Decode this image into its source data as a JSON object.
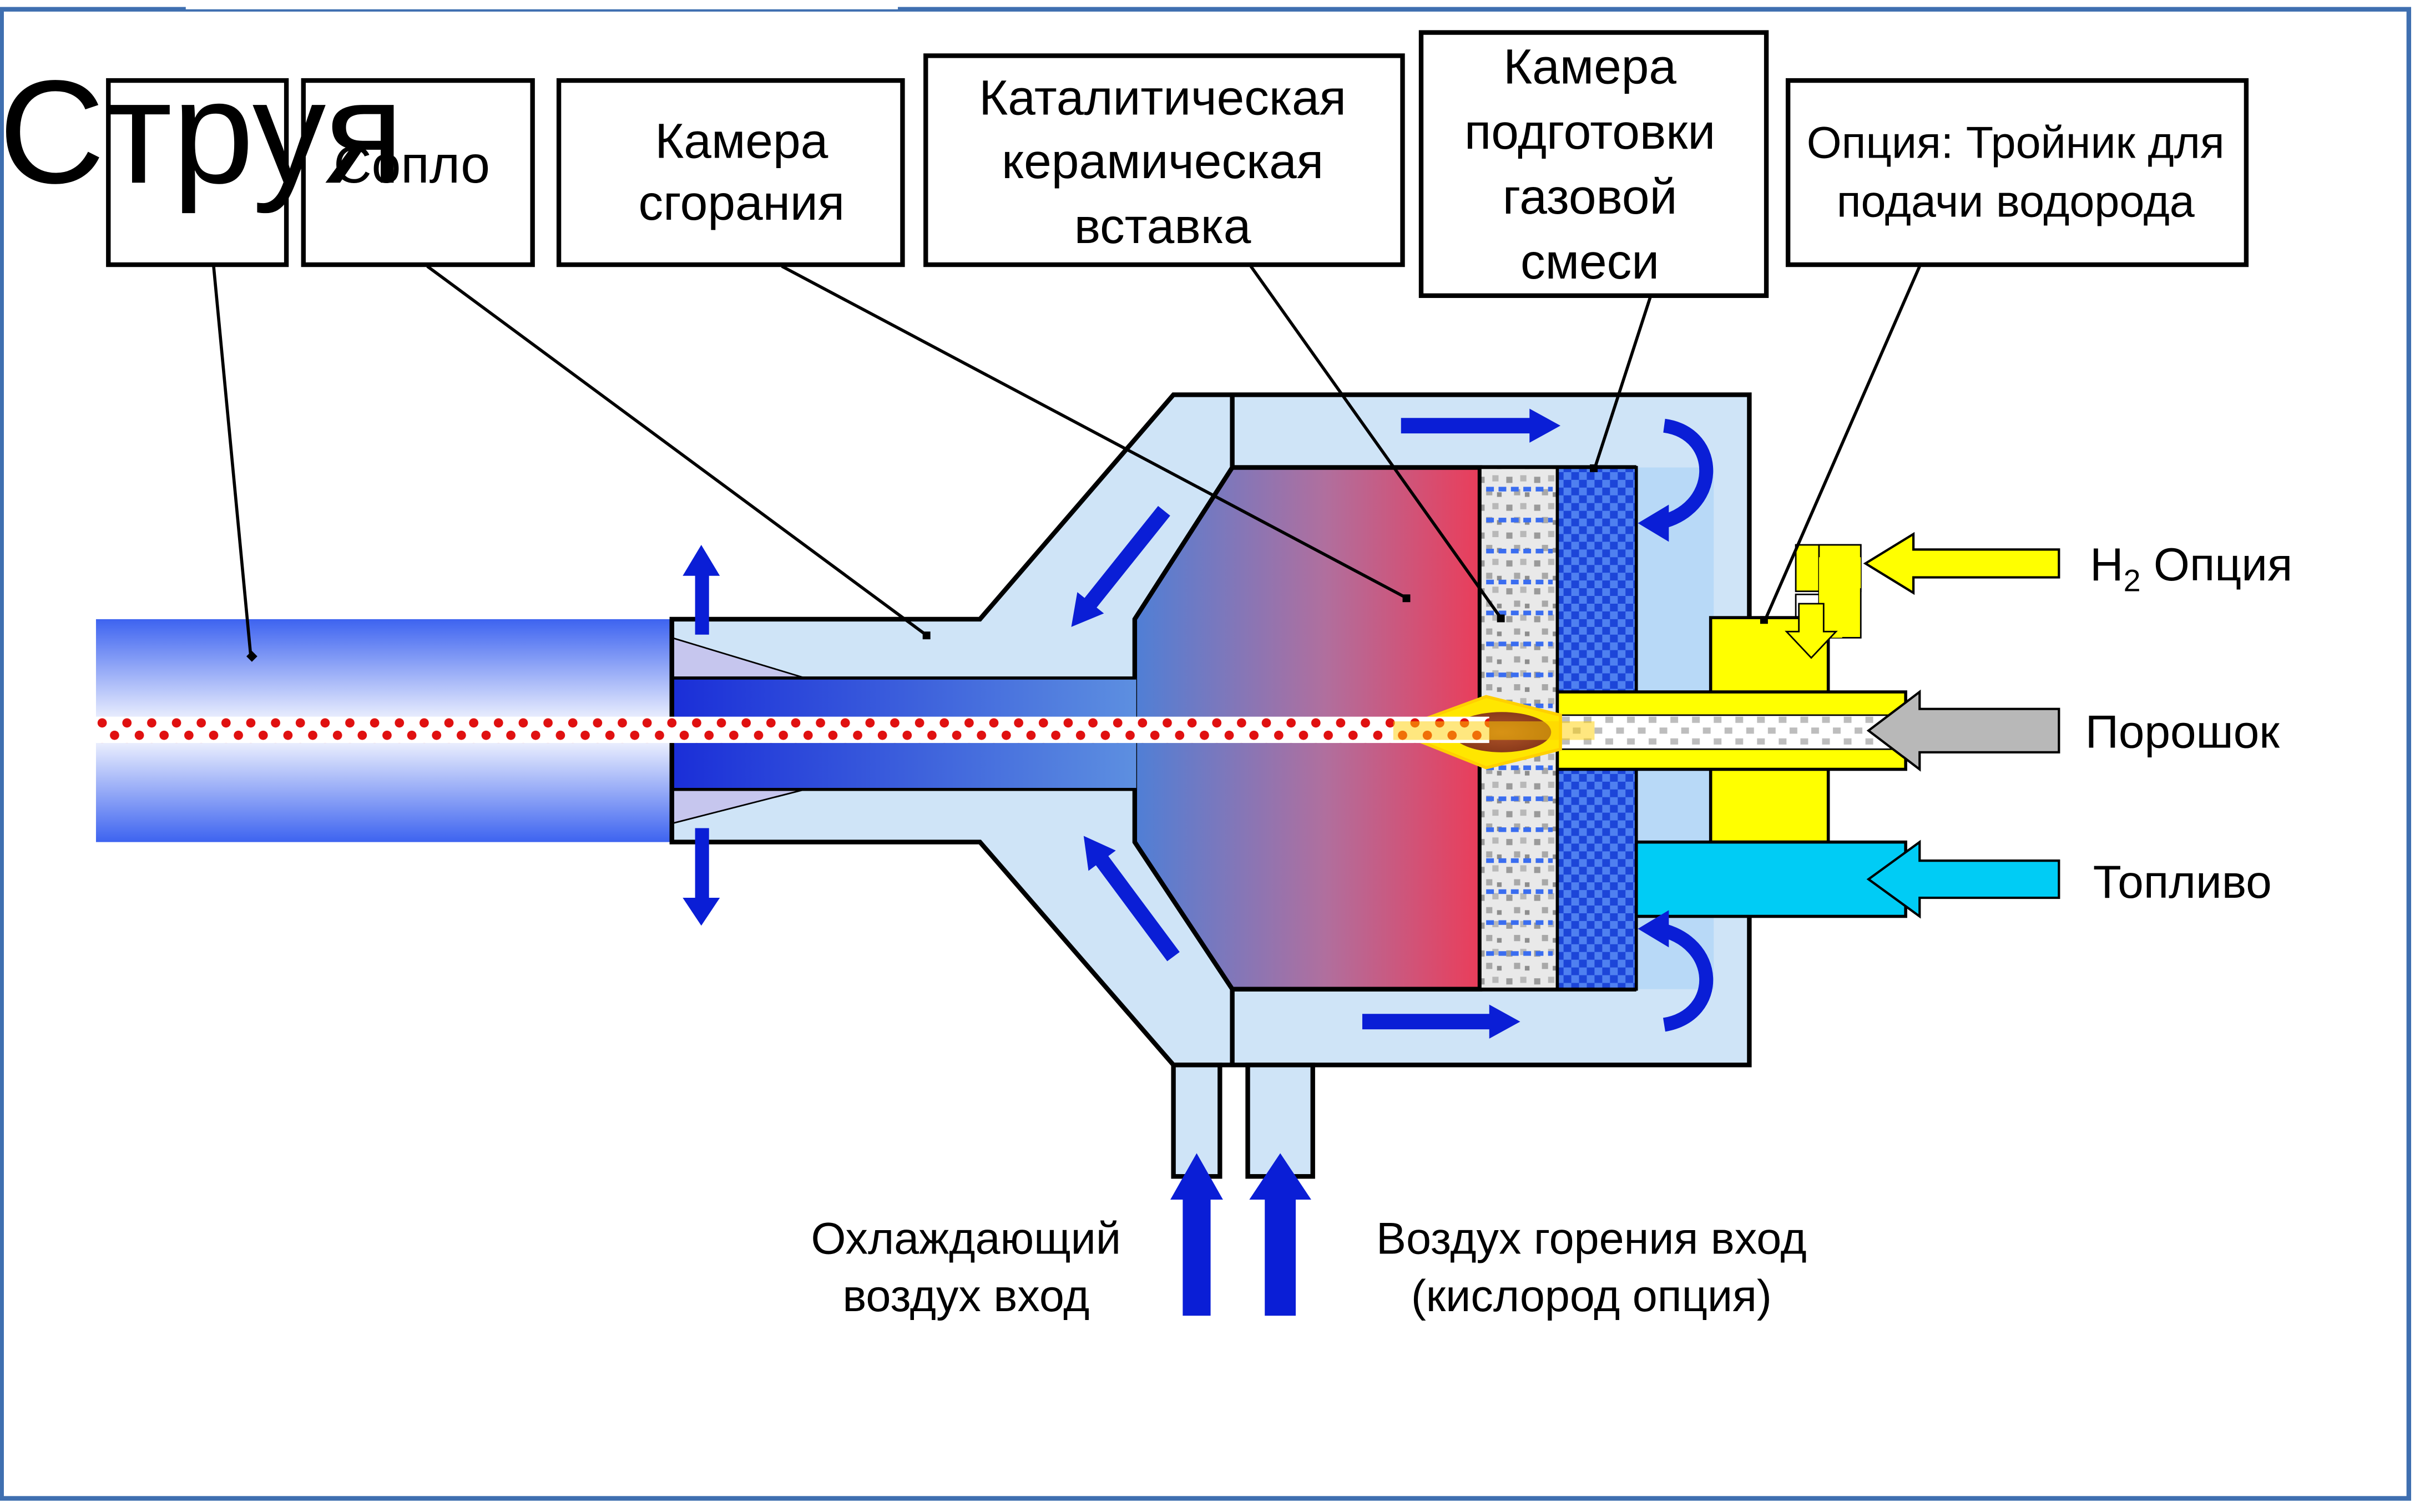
{
  "labels": {
    "jet": "Струя",
    "nozzle": "Сопло",
    "combustion_chamber": [
      "Камера",
      "сгорания"
    ],
    "catalytic_insert": [
      "Каталитическая",
      "керамическая",
      "вставка"
    ],
    "gas_prep_chamber": [
      "Камера",
      "подготовки",
      "газовой",
      "смеси"
    ],
    "hydrogen_tee": [
      "Опция: Тройник для",
      "подачи водорода"
    ]
  },
  "inputs": {
    "h2": {
      "main": "H",
      "sub": "2",
      "rest": " Опция"
    },
    "powder": "Порошок",
    "fuel": "Топливо",
    "cooling_air": [
      "Охлаждающий",
      "воздух вход"
    ],
    "combustion_air": [
      "Воздух горения вход",
      "(кислород опция)"
    ]
  },
  "colors": {
    "housing_fill": "#cfe4f7",
    "arrow_blue": "#0a1ed6",
    "hydrogen_yellow": "#ffff00",
    "fuel_cyan": "#00ccf5",
    "powder_gray": "#b8b8b8",
    "insert_blue": "#3a6df0",
    "chamber_red": "#ea3d5a",
    "chamber_blue": "#4f7fd6",
    "particle_red": "#e01010",
    "frame_blue": "#3f6fb0"
  }
}
